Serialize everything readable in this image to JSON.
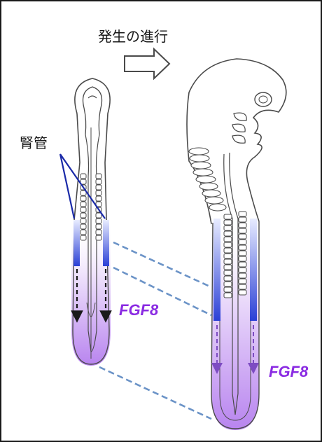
{
  "figure": {
    "progress_label": "発生の進行",
    "kidney_duct_label": "腎管",
    "fgf8_label_early": "FGF8",
    "fgf8_label_late": "FGF8"
  },
  "colors": {
    "outline": "#4a4a4a",
    "duct_blue": "#2a3fd6",
    "fgf8_purple": "#9b59e6",
    "fgf8_gradient_light": "#e9d8fb",
    "connector_dashed": "#6b93c7",
    "pointer_lines": "#1a2aa8"
  }
}
